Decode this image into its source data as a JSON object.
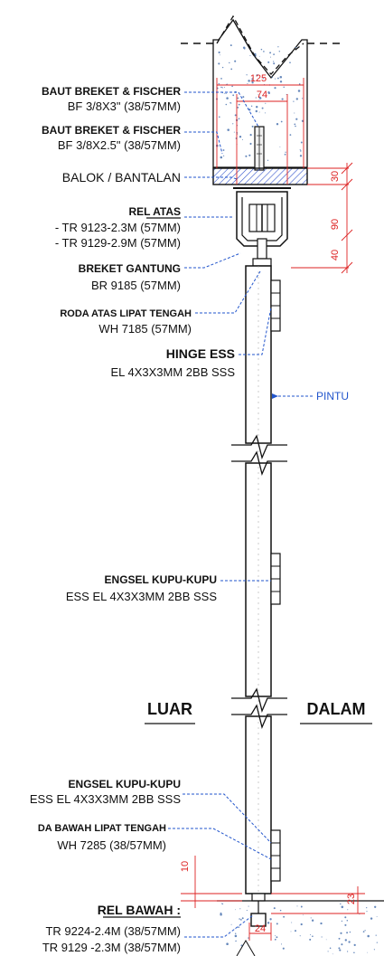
{
  "colors": {
    "line": "#111111",
    "leader": "#2255cc",
    "dimension": "#dd2222",
    "hatch": "#3355cc",
    "concrete_dot": "#6688bb"
  },
  "labels": {
    "baut_breket_1_title": "BAUT BREKET & FISCHER",
    "baut_breket_1_spec": "BF 3/8X3\" (38/57MM)",
    "baut_breket_2_title": "BAUT BREKET & FISCHER",
    "baut_breket_2_spec": "BF 3/8X2.5\" (38/57MM)",
    "balok": "BALOK / BANTALAN",
    "rel_atas_title": "REL ATAS",
    "rel_atas_spec_1": "- TR 9123-2.3M (57MM)",
    "rel_atas_spec_2": "- TR 9129-2.9M (57MM)",
    "breket_gantung_title": "BREKET GANTUNG",
    "breket_gantung_spec": "BR 9185 (57MM)",
    "roda_atas_title": "RODA ATAS LIPAT TENGAH",
    "roda_atas_spec": "WH 7185 (57MM)",
    "hinge_title": "HINGE ESS",
    "hinge_spec": "EL 4X3X3MM 2BB SSS",
    "pintu": "PINTU",
    "engsel_1_title": "ENGSEL KUPU-KUPU",
    "engsel_1_spec": "ESS EL 4X3X3MM 2BB SSS",
    "luar": "LUAR",
    "dalam": "DALAM",
    "engsel_2_title": "ENGSEL KUPU-KUPU",
    "engsel_2_spec": "ESS EL 4X3X3MM 2BB SSS",
    "roda_bawah_title": "DA BAWAH LIPAT TENGAH",
    "roda_bawah_spec": "WH 7285 (38/57MM)",
    "rel_bawah_title": "REL BAWAH :",
    "rel_bawah_spec_1": "TR 9224-2.4M (38/57MM)",
    "rel_bawah_spec_2": "TR 9129 -2.3M (38/57MM)"
  },
  "dimensions": {
    "d125": "125",
    "d74": "74",
    "d30": "30",
    "d90": "90",
    "d40": "40",
    "d10": "10",
    "d23": "23",
    "d24": "24"
  }
}
